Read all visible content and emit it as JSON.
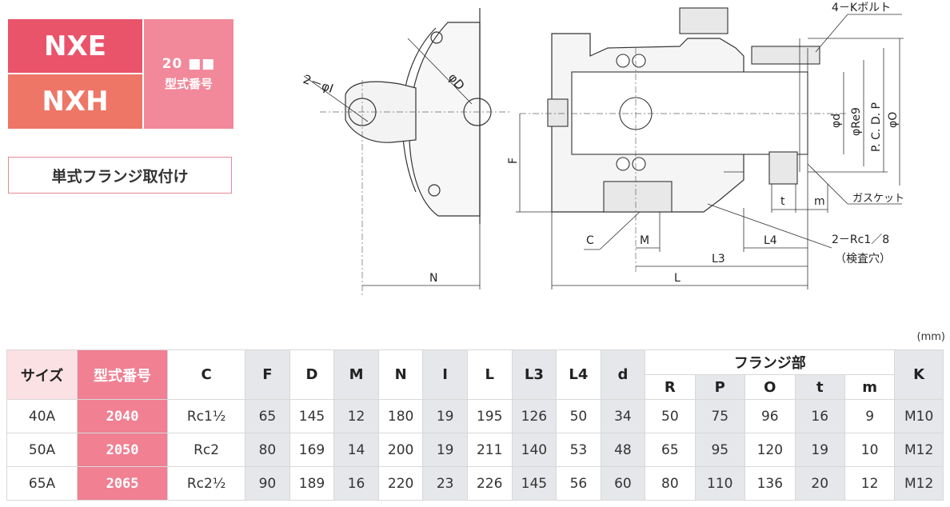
{
  "badge": {
    "nxe": "NXE",
    "nxh": "NXH",
    "model_code": "20 ■■",
    "model_label": "型式番号"
  },
  "mounting_type": "単式フランジ取付け",
  "drawing_labels": {
    "bolt": "4－Kボルト",
    "holes": "2－φI",
    "dia_D": "φD",
    "dia_d": "φd",
    "dia_R": "φRe9",
    "pcd": "P. C. D. P",
    "dia_O": "φO",
    "F": "F",
    "N": "N",
    "C": "C",
    "M": "M",
    "L": "L",
    "L3": "L3",
    "L4": "L4",
    "t": "t",
    "m": "m",
    "gasket": "ガスケット",
    "port": "2－Rc1／8",
    "port_note": "（検査穴）"
  },
  "table": {
    "unit": "(mm)",
    "flange_group": "フランジ部",
    "headers": [
      "サイズ",
      "型式番号",
      "C",
      "F",
      "D",
      "M",
      "N",
      "I",
      "L",
      "L3",
      "L4",
      "d"
    ],
    "flange_headers": [
      "R",
      "P",
      "O",
      "t",
      "m"
    ],
    "last_header": "K",
    "rows": [
      [
        "40A",
        "2040",
        "Rc1½",
        "65",
        "145",
        "12",
        "180",
        "19",
        "195",
        "126",
        "50",
        "34",
        "50",
        "75",
        "96",
        "16",
        "9",
        "M10"
      ],
      [
        "50A",
        "2050",
        "Rc2",
        "80",
        "169",
        "14",
        "200",
        "19",
        "211",
        "140",
        "53",
        "48",
        "65",
        "95",
        "120",
        "19",
        "10",
        "M12"
      ],
      [
        "65A",
        "2065",
        "Rc2½",
        "90",
        "189",
        "16",
        "220",
        "23",
        "226",
        "145",
        "56",
        "60",
        "80",
        "110",
        "136",
        "20",
        "12",
        "M12"
      ]
    ]
  }
}
